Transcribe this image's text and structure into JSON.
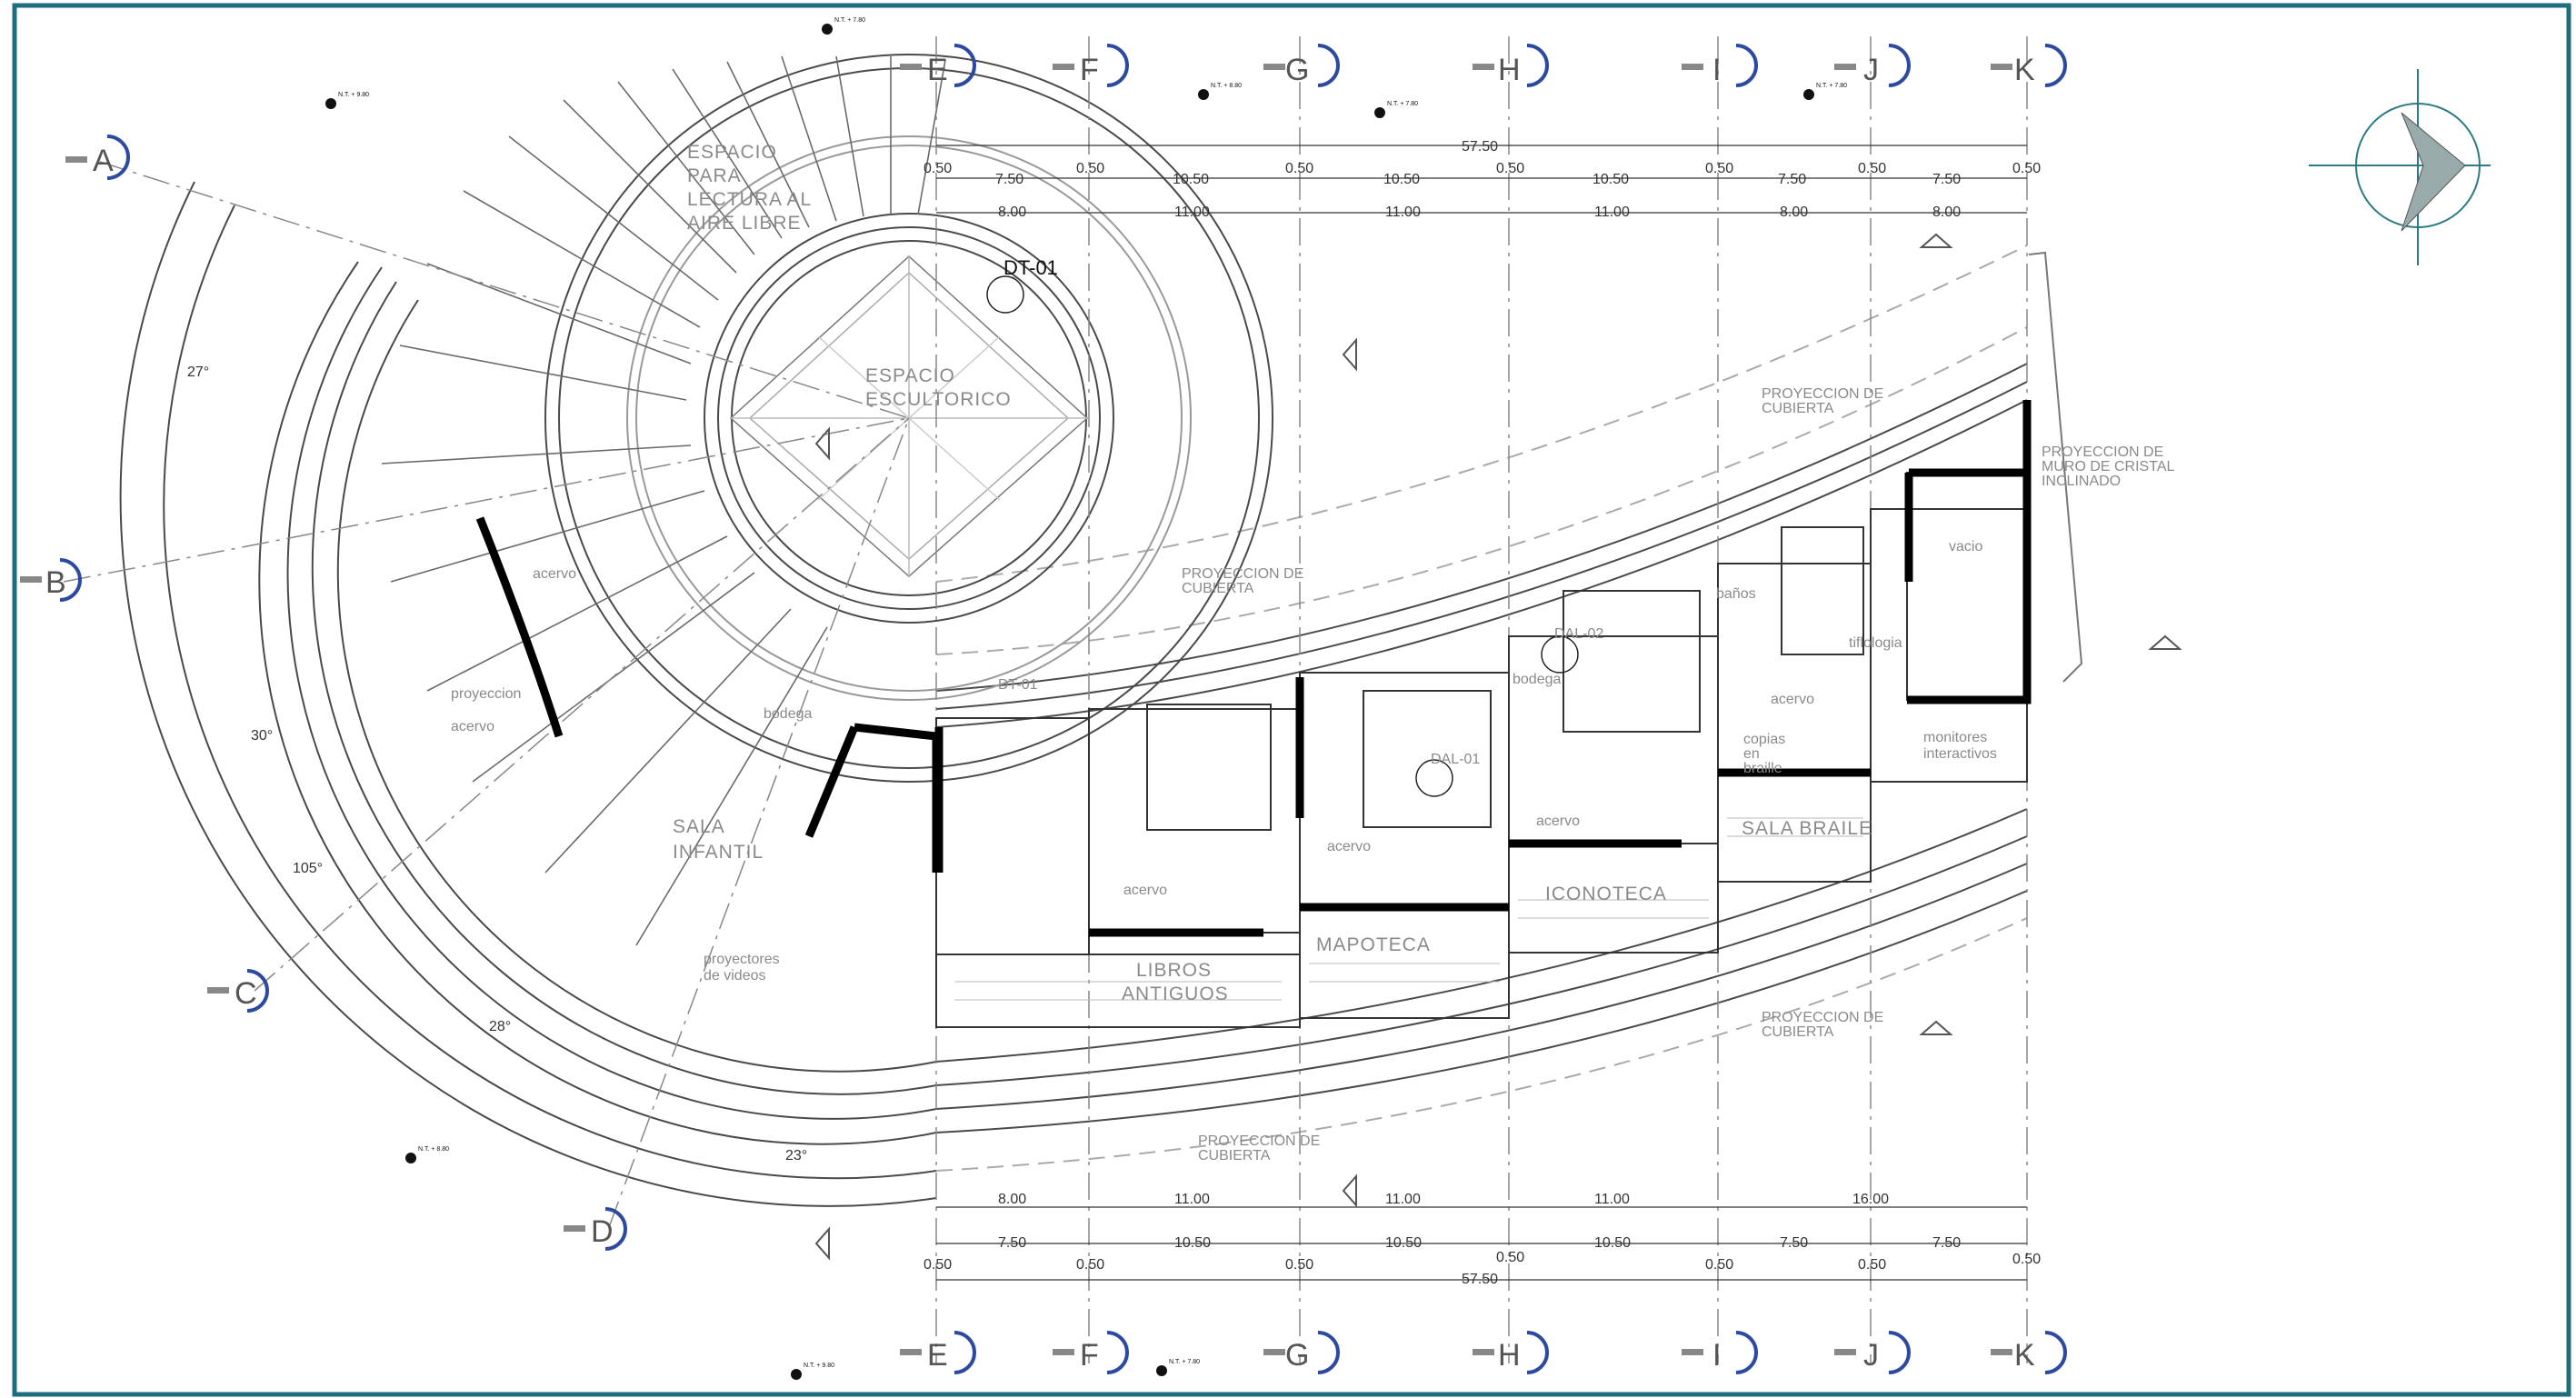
{
  "plan": {
    "grid_top": [
      "E",
      "F",
      "G",
      "H",
      "I",
      "J",
      "K"
    ],
    "grid_bottom": [
      "E",
      "F",
      "G",
      "H",
      "I",
      "J",
      "K"
    ],
    "grid_left": [
      "A",
      "B",
      "C",
      "D"
    ],
    "dims_top_total": "57.50",
    "dims_top_row1": [
      "0.50",
      "7.50",
      "0.50",
      "10.50",
      "0.50",
      "10.50",
      "0.50",
      "10.50",
      "0.50",
      "7.50",
      "0.50",
      "7.50",
      "0.50"
    ],
    "dims_top_row2": [
      "8.00",
      "11.00",
      "11.00",
      "11.00",
      "8.00",
      "8.00"
    ],
    "dims_bottom_row1": [
      "8.00",
      "11.00",
      "11.00",
      "11.00",
      "16.00"
    ],
    "dims_bottom_row2": [
      "7.50",
      "10.50",
      "10.50",
      "10.50",
      "7.50",
      "7.50"
    ],
    "dims_bottom_row3": [
      "0.50",
      "0.50",
      "0.50",
      "0.50",
      "0.50",
      "0.50",
      "0.50"
    ],
    "dims_bottom_total": "57.50",
    "angles": [
      "27°",
      "30°",
      "105°",
      "28°",
      "23°"
    ],
    "details": {
      "dt": "DT-01",
      "dal01": "DAL-01",
      "dal02": "DAL-02",
      "dt2": "DT-01"
    },
    "rooms": {
      "lectura": [
        "ESPACIO",
        "PARA",
        "LECTURA AL",
        "AIRE LIBRE"
      ],
      "escultorico": [
        "ESPACIO",
        "ESCULTORICO"
      ],
      "acervo1": "acervo",
      "bodega": "bodega",
      "proyeccion_left": [
        "proyeccion",
        "acervo"
      ],
      "sala_infantil": [
        "SALA",
        "INFANTIL"
      ],
      "proyectores": [
        "proyectores",
        "de videos"
      ],
      "libros_antiguos": [
        "LIBROS",
        "ANTIGUOS"
      ],
      "acervo2": "acervo",
      "acervo3": "acervo",
      "mapoteca": "MAPOTECA",
      "acervo4": "acervo",
      "iconoteca": "ICONOTECA",
      "acervo5": "acervo",
      "copias": [
        "copias",
        "en",
        "braille"
      ],
      "sala_braile": "SALA BRAILE",
      "monitores": [
        "monitores",
        "interactivos"
      ],
      "tiflologia": "tiflologia",
      "vacio": "vacio",
      "baños": "baños",
      "bodega2": "bodega"
    },
    "notes": {
      "proy_cubierta_1": [
        "PROYECCION DE",
        "CUBIERTA"
      ],
      "proy_cubierta_2": [
        "PROYECCION DE",
        "CUBIERTA"
      ],
      "proy_cubierta_3": [
        "PROYECCION DE",
        "CUBIERTA"
      ],
      "proy_cubierta_4": [
        "PROYECCION DE",
        "CUBIERTA"
      ],
      "muro_cristal": [
        "PROYECCION DE",
        "MURO DE CRISTAL",
        "INCLINADO"
      ]
    },
    "levels": [
      "N.T. + 7.80",
      "N.T. + 9.80",
      "N.T. + 8.80",
      "N.T. + 7.80",
      "N.T. + 7.80",
      "N.T. + 8.80",
      "N.T. + 9.80",
      "N.T. + 7.80"
    ],
    "colors": {
      "frame": "#1d6d7d",
      "line": "#4a4a4a",
      "light": "#9a9a9a",
      "north": "#2c7a86"
    }
  }
}
